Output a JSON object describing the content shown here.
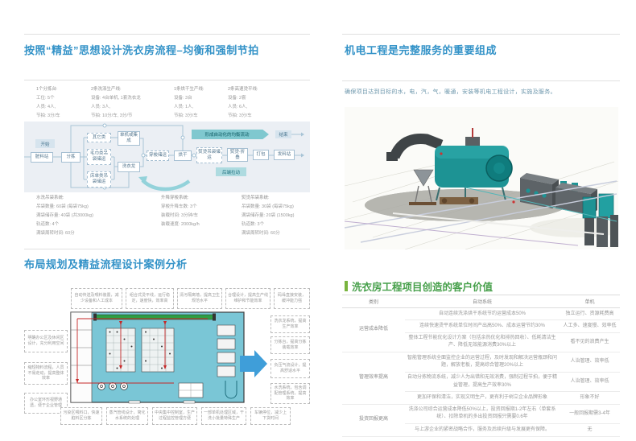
{
  "left": {
    "h1": "按照“精益”思想设计洗衣房流程–均衡和强制节拍",
    "h2": "布局规划及精益流程设计案例分析",
    "stats": [
      {
        "t": "1个分拣台:",
        "l1": "工位: 5个",
        "l2": "人员: 4人,",
        "l3": "节拍: 3分/车"
      },
      {
        "t": "2条洗涤生产线:",
        "l1": "设备: 4台单机, 1套洗衣龙",
        "l2": "人员: 3人,",
        "l3": "节拍: 10分/车, 3分/节"
      },
      {
        "t": "1条烘干生产线:",
        "l1": "设备: 3台",
        "l2": "人员: 1人,",
        "l3": "节拍: 3分/车"
      },
      {
        "t": "2条高速烫平线:",
        "l1": "设备: 2套",
        "l2": "人员: 6人,",
        "l3": "节拍: 3分/车"
      }
    ],
    "flow": {
      "start": "开始",
      "end": "结束",
      "banner": "形成自动化的均衡流动",
      "pull": "后端拉动",
      "dirty": "脏料站",
      "sort": "分拣",
      "other": "其它类",
      "towel": "毛巾类吊袋储运",
      "sheet": "床单类吊袋储运",
      "single": "单机或集成",
      "tunnel": "洗衣龙",
      "shuttle": "穿梭储运",
      "dry": "烘干",
      "iron_store": "熨烫吊袋储运",
      "iron_fold": "熨烫·折叠",
      "pack": "打包",
      "dispatch": "发料站"
    },
    "systems": [
      {
        "t": "水洗吊袋系统:",
        "l1": "吊袋数量: 60袋 (每袋75kg)",
        "l2": "满袋储存量: 40袋 (共3000kg)",
        "l3": "轨道数: 4个",
        "l4": "满袋周转时间: 60分"
      },
      {
        "t": "升降穿梭系统:",
        "l1": "穿梭升降车数: 3个",
        "l2": "装载时间: 3分钟/车",
        "l3": "装载速度: 2000kg/h"
      },
      {
        "t": "熨烫吊袋系统:",
        "l1": "吊袋数量: 30袋 (每袋75kg)",
        "l2": "满袋储存量: 20袋 (1500kg)",
        "l3": "轨道数: 3个",
        "l4": "满袋周转时间: 60分"
      }
    ],
    "plan": {
      "top": [
        "自动传送及喂料装置，减少设备和人工成本",
        "组合式烫平线，运行稳定，速度快，效率高",
        "清污隔离墙，提高卫生规范水平",
        "合理设计，提高生产线维护和节能效率",
        "码垛直接安装，缓冲能力强"
      ],
      "left": [
        "明确办公区及休闲区设计，充分利用空间",
        "缩短物料流程，人员不易走动，提高整体效率",
        "办公室环形视野通透，便于企业管理"
      ],
      "right": [
        "洗衣龙系统，提高生产效率",
        "分拣台，提高分拣装载效率",
        "负压气流设计，提高舒适水平",
        "水洗系统，包含调配管理系统，提高效率"
      ],
      "bottom": [
        "污染区喂料口，快速脏料区分拣",
        "蒸汽管线设计，简化水系统的处理",
        "中央集中控制室，生产过程监控管理方便",
        "一部单机处理区域，干洗小批量特殊生产",
        "车辆停位，减少上下货时间"
      ]
    }
  },
  "right": {
    "h1": "机电工程是完整服务的重要组成",
    "p": "确保项目达到目标的水，电，汽，气，暖通，安装等机电工程设计，实施及服务。",
    "h2": "洗衣房工程项目创造的客户价值",
    "table": {
      "headers": [
        "类别",
        "自动系统",
        "单机"
      ],
      "groups": [
        {
          "label": "运营成本降低",
          "rows": [
            {
              "auto": "自动连续洗涤烘干系统节约运营成本50%",
              "single": "独立运行、资源耗费高"
            },
            {
              "auto": "连续快速烫平系统单位时间产出高50%、成本运营节约30%",
              "single": "人工多、速度慢、效率低"
            },
            {
              "auto": "整体工程节能优化设计方案（包括余热优化和排热回收）、低耗清洁生产、降低无效能源消费30%以上",
              "single": "看不见的浪费产生"
            }
          ]
        },
        {
          "label": "管理效率提高",
          "rows": [
            {
              "auto": "智能管理系统全面监控企业的运营过程，及时发现和解决运营瓶颈和问题，解放老板，提高综合管理20%以上",
              "single": "人治管理、效率低"
            },
            {
              "auto": "自动分拣物流系统，减少人为出错和无效消费，强制过程节拍，便于精益管理，提高生产效率30%",
              "single": "人治管理、效率低"
            },
            {
              "auto": "更加环保和清洁，实现文明生产，更有利于树立企业品牌形象",
              "single": "形象不好"
            }
          ]
        },
        {
          "label": "投资回报更高",
          "rows": [
            {
              "auto": "洗涤公司综合运营成本降低50%以上，投资回报期1-2年左右（单套系统）、扣除单机的多出投资回报只需要0.6年",
              "single": "一般回报期需3-4年"
            },
            {
              "auto": "与上游企业的紧密战略合作，服务及后续升级与发展更有保障。",
              "single": "无"
            }
          ]
        }
      ]
    }
  },
  "colors": {
    "accent_blue": "#3493c8",
    "accent_green": "#47a04b",
    "green_bar": "#79b43f",
    "teal_banner": "#7fc8cf",
    "plan_teal": "#7ac6d6",
    "plan_green": "#2f9e44",
    "arrow_blue": "#3f9ed9",
    "flow_red": "#c62828",
    "machine_teal": "#1d9394"
  }
}
